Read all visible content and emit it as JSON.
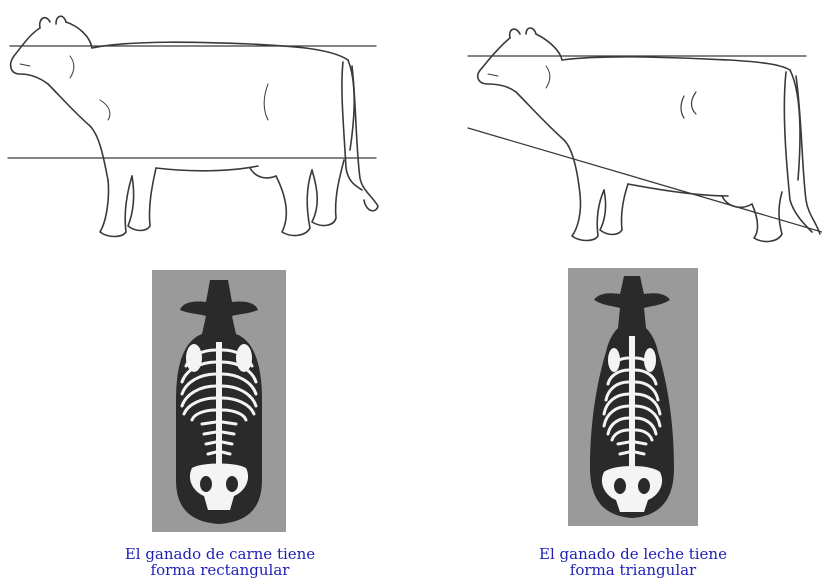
{
  "left": {
    "caption_line1": "El ganado de carne tiene",
    "caption_line2": "forma rectangular"
  },
  "right": {
    "caption_line1": "El ganado de leche tiene",
    "caption_line2": "forma triangular"
  },
  "colors": {
    "caption": "#1f1fb8",
    "outline": "#3a3a3a",
    "xray_bg": "#9a9a9a",
    "xray_body": "#2a2a2a",
    "bone": "#f4f4f4"
  }
}
